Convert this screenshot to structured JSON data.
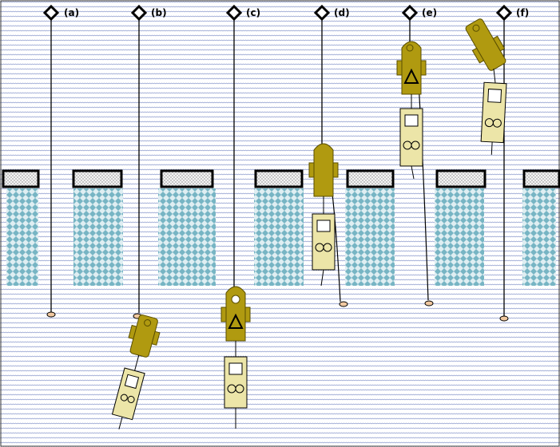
{
  "colors": {
    "background_hatch": "#7f8fc8",
    "water": "#77b5c4",
    "probe_body": "#b09a10",
    "probe_outline": "#5a4e00",
    "package": "#ece5a8",
    "ice_block_fill": "#f2f2f2",
    "weight": "#f0c8a0"
  },
  "sequence": [
    {
      "id": "a",
      "label": "(a)"
    },
    {
      "id": "b",
      "label": "(b)"
    },
    {
      "id": "c",
      "label": "(c)"
    },
    {
      "id": "d",
      "label": "(d)"
    },
    {
      "id": "e",
      "label": "(e)"
    },
    {
      "id": "f",
      "label": "(f)"
    }
  ]
}
